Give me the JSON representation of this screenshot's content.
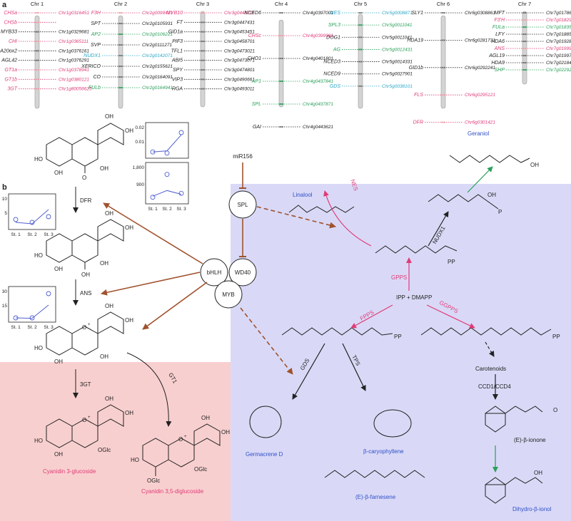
{
  "panel_labels": {
    "a": "a",
    "b": "b"
  },
  "colors": {
    "black": "#222222",
    "pink": "#e03c78",
    "green": "#2aa05a",
    "cyan": "#2aa8c8",
    "brown": "#a0522d",
    "lav": "#d9d9f7",
    "pinkbg": "#f8cfcf",
    "blue": "#3050c8"
  },
  "chromosomes": [
    {
      "title": "Chr 1",
      "genes": [
        {
          "name": "CHSa",
          "id": "Chr1g0316451",
          "color": "pink"
        },
        {
          "name": "CHSb",
          "id": "",
          "color": "pink"
        },
        {
          "name": "MYB33",
          "id": "Chr1g0329681",
          "color": "black"
        },
        {
          "name": "CHI",
          "id": "Chr1g0365111",
          "color": "pink"
        },
        {
          "name": "GA20ox2",
          "id": "Chr1g0376161",
          "color": "black"
        },
        {
          "name": "AGL42",
          "id": "Chr1g0376291",
          "color": "black"
        },
        {
          "name": "GT1a",
          "id": "Chr1g0378941",
          "color": "pink"
        },
        {
          "name": "GT1b",
          "id": "Chr1g0380121",
          "color": "pink"
        },
        {
          "name": "3GT",
          "id": "Chr1g80056625",
          "color": "pink"
        }
      ]
    },
    {
      "title": "Chr 2",
      "genes": [
        {
          "name": "F3H",
          "id": "Chr2g0099421",
          "color": "pink"
        },
        {
          "name": "SPT",
          "id": "Chr2g0105931",
          "color": "black"
        },
        {
          "name": "AP2",
          "id": "Chr2g0106221",
          "color": "green"
        },
        {
          "name": "SVP",
          "id": "Chr2g0111271",
          "color": "black"
        },
        {
          "name": "NUDX1",
          "id": "Chr2g0142071",
          "color": "cyan"
        },
        {
          "name": "XERICO",
          "id": "Chr2g0155621",
          "color": "black"
        },
        {
          "name": "CO",
          "id": "Chr2g0164091",
          "color": "black"
        },
        {
          "name": "FULb",
          "id": "Chr2g0164941",
          "color": "green"
        }
      ]
    },
    {
      "title": "Chr 3",
      "genes": [
        {
          "name": "MYB10",
          "id": "Chr3g0448711",
          "color": "pink"
        },
        {
          "name": "FT",
          "id": "Chr3g0447431",
          "color": "black"
        },
        {
          "name": "GID1a",
          "id": "Chr3g0453451",
          "color": "black"
        },
        {
          "name": "PIF3",
          "id": "Chr3g0458701",
          "color": "black"
        },
        {
          "name": "TFL1",
          "id": "Chr3g0473021",
          "color": "black"
        },
        {
          "name": "ABI5",
          "id": "Chr3g0473071",
          "color": "black"
        },
        {
          "name": "SPY",
          "id": "Chr3g0474801",
          "color": "black"
        },
        {
          "name": "VIP3",
          "id": "Chr3g0490661",
          "color": "black"
        },
        {
          "name": "RGA",
          "id": "Chr3g0493011",
          "color": "black"
        }
      ]
    },
    {
      "title": "Chr 4",
      "genes": [
        {
          "name": "NCED6",
          "id": "Chr4g0397001",
          "color": "black"
        },
        {
          "name": "CHSc",
          "id": "Chr4g0399981",
          "color": "pink"
        },
        {
          "name": "CHO1",
          "id": "Chr4g0401801",
          "color": "black"
        },
        {
          "name": "AP1",
          "id": "Chr4g0437841",
          "color": "green"
        },
        {
          "name": "SPL",
          "id": "Chr4g0437871",
          "color": "green"
        },
        {
          "name": "GAI",
          "id": "Chr4g0443621",
          "color": "black"
        }
      ]
    },
    {
      "title": "Chr 5",
      "genes": [
        {
          "name": "NES",
          "id": "Chr5g0008871",
          "color": "cyan"
        },
        {
          "name": "SPL3",
          "id": "Chr5g0011041",
          "color": "green"
        },
        {
          "name": "DOG1",
          "id": "Chr5g0011041",
          "color": "black"
        },
        {
          "name": "AG",
          "id": "Chr5g0012431",
          "color": "green"
        },
        {
          "name": "NCED3",
          "id": "Chr5g0014331",
          "color": "black"
        },
        {
          "name": "NCED9",
          "id": "Chr5g0027901",
          "color": "black"
        },
        {
          "name": "GDS",
          "id": "Chr5g0038101",
          "color": "cyan"
        }
      ]
    },
    {
      "title": "Chr 6",
      "genes": [
        {
          "name": "SLY1",
          "id": "Chr6g0308861",
          "color": "black"
        },
        {
          "name": "HDA19",
          "id": "Chr6g0281731",
          "color": "black"
        },
        {
          "name": "GID1b",
          "id": "Chr6g0292241",
          "color": "black"
        },
        {
          "name": "FLS",
          "id": "Chr6g0295121",
          "color": "pink"
        },
        {
          "name": "DFR",
          "id": "Chr6g0301421",
          "color": "pink"
        }
      ]
    },
    {
      "title": "Chr 7",
      "genes": [
        {
          "name": "MFT",
          "id": "Chr7g0178661",
          "color": "black"
        },
        {
          "name": "F3'H",
          "id": "Chr7g0182961",
          "color": "pink"
        },
        {
          "name": "FULa",
          "id": "Chr7g0183571",
          "color": "green"
        },
        {
          "name": "LFY",
          "id": "Chr7g0188591",
          "color": "black"
        },
        {
          "name": "HDA6",
          "id": "Chr7g0192801",
          "color": "black"
        },
        {
          "name": "ANS",
          "id": "Chr7g0199941",
          "color": "pink"
        },
        {
          "name": "AGL19",
          "id": "Chr7g0199781",
          "color": "black"
        },
        {
          "name": "HDA9",
          "id": "Chr7g0218461",
          "color": "black"
        },
        {
          "name": "SHP",
          "id": "Chr7g0229221",
          "color": "green"
        }
      ]
    }
  ],
  "pathway": {
    "enzymes": {
      "dfr": "DFR",
      "ans": "ANS",
      "gt3": "3GT",
      "gt1": "GT1",
      "nes": "NES",
      "nudx1": "NUDX1",
      "gpps": "GPPS",
      "fpps": "FPPS",
      "ggpps": "GGPPS",
      "gds": "GDS",
      "tps": "TPS",
      "ccd": "CCD1/CCD4"
    },
    "regulators": {
      "mir": "miR156",
      "spl": "SPL",
      "bhlh": "bHLH",
      "wd40": "WD40",
      "myb": "MYB"
    },
    "compounds": {
      "linalool": "Linalool",
      "geraniol": "Geraniol",
      "ipp": "IPP + DMAPP",
      "carotenoids": "Carotenoids",
      "ionone": "(E)-β-ionone",
      "dihydro": "Dihydro-β-ionol",
      "germacrene": "Germacrene D",
      "caryo": "β-caryophyllene",
      "farnesene": "(E)-β-farnesene",
      "cyan3g": "Cyanidin 3-glucoside",
      "cyan35": "Cyanidin 3,5-diglucoside"
    },
    "atoms": {
      "oh": "OH",
      "o": "O",
      "ho": "HO",
      "ohplus": "O",
      "plus": "+",
      "oglc": "OGlc",
      "pp": "PP",
      "p": "P"
    }
  },
  "inset_charts": {
    "chart_data": [
      {
        "type": "line",
        "categories": [
          "St. 1",
          "St. 2",
          "St. 3"
        ],
        "ylim": [
          0,
          10
        ],
        "yticks": [
          "5",
          "10"
        ],
        "points": [
          [
            1,
            2.5
          ],
          [
            2,
            1.5
          ],
          [
            3,
            3.5
          ]
        ],
        "line": [
          1.5,
          1.0,
          6.0
        ]
      },
      {
        "type": "line",
        "categories": [
          "St. 1",
          "St. 2",
          "St. 3"
        ],
        "ylim": [
          0,
          30
        ],
        "yticks": [
          "15",
          "30"
        ],
        "points": [
          [
            1,
            1.5
          ],
          [
            2,
            1.5
          ],
          [
            3,
            27
          ]
        ],
        "line": [
          1.5,
          1.0,
          15
        ]
      },
      {
        "type": "line",
        "categories": [
          "",
          "",
          ""
        ],
        "ylim": [
          0,
          0.025
        ],
        "yticks": [
          "0.01",
          "0.02"
        ],
        "points": [
          [
            1,
            0.003
          ],
          [
            2,
            0.002
          ],
          [
            3,
            0.02
          ]
        ],
        "line": [
          0.003,
          0.004,
          0.018
        ]
      },
      {
        "type": "line",
        "categories": [
          "St. 1",
          "St. 2",
          "St. 3"
        ],
        "ylim": [
          0,
          1800
        ],
        "yticks": [
          "900",
          "1,800"
        ],
        "points": [
          [
            1,
            200
          ],
          [
            2,
            1400
          ],
          [
            3,
            400
          ]
        ],
        "line": [
          250,
          550,
          350
        ]
      }
    ]
  }
}
